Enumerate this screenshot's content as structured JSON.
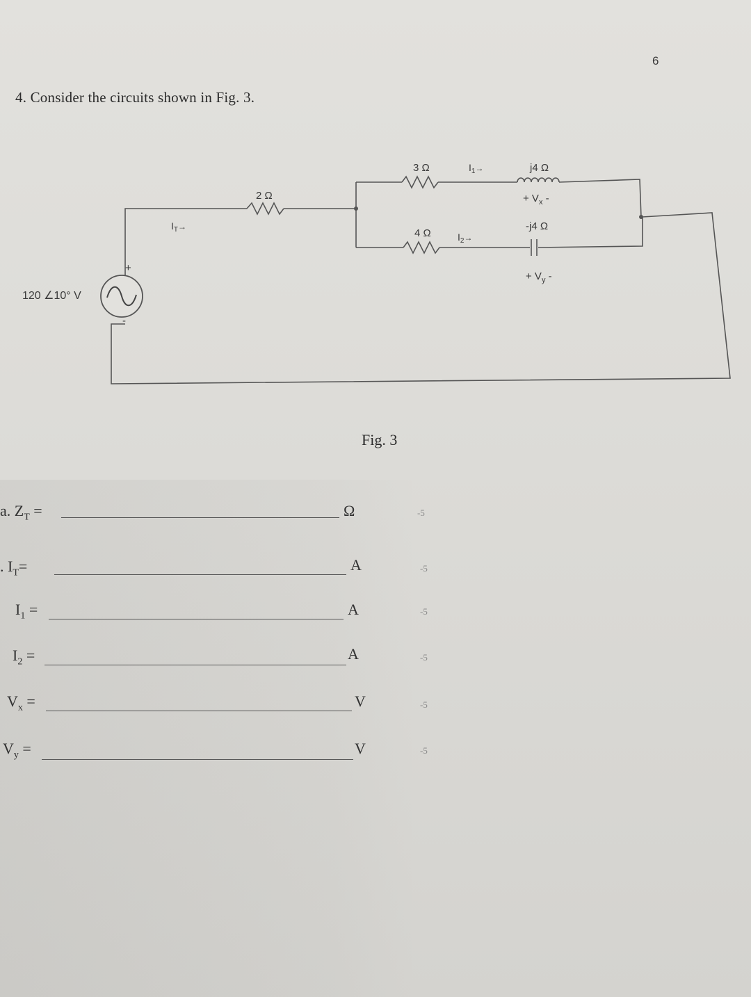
{
  "page_number": "6",
  "question": "4. Consider the circuits shown in Fig. 3.",
  "figure_caption": "Fig. 3",
  "circuit": {
    "source_label": "120 ∠10° V",
    "source_plus": "+",
    "source_minus": "-",
    "it_label": "I",
    "it_sub": "T",
    "it_arrow": "→",
    "r_series": "2 Ω",
    "r_branch1": "3 Ω",
    "i1_label": "I",
    "i1_sub": "1",
    "i1_arrow": "→",
    "l_label": "j4 Ω",
    "vx_label": "+ V",
    "vx_sub": "x",
    "vx_minus": " -",
    "r_branch2": "4 Ω",
    "i2_label": "I",
    "i2_sub": "2",
    "i2_arrow": "→",
    "c_label": "-j4 Ω",
    "vy_label": "+ V",
    "vy_sub": "y",
    "vy_minus": " -"
  },
  "answers": [
    {
      "label": "a. Z",
      "sub": "T",
      "eq": " =",
      "unit": "Ω",
      "points": "-5"
    },
    {
      "label": ". I",
      "sub": "T",
      "eq": "=",
      "unit": "A",
      "points": "-5"
    },
    {
      "label": "I",
      "sub": "1",
      "eq": " =",
      "unit": "A",
      "points": "-5"
    },
    {
      "label": "I",
      "sub": "2",
      "eq": " =",
      "unit": "A",
      "points": "-5"
    },
    {
      "label": "V",
      "sub": "x",
      "eq": " =",
      "unit": "V",
      "points": "-5"
    },
    {
      "label": "V",
      "sub": "y",
      "eq": " =",
      "unit": "V",
      "points": "-5"
    }
  ]
}
